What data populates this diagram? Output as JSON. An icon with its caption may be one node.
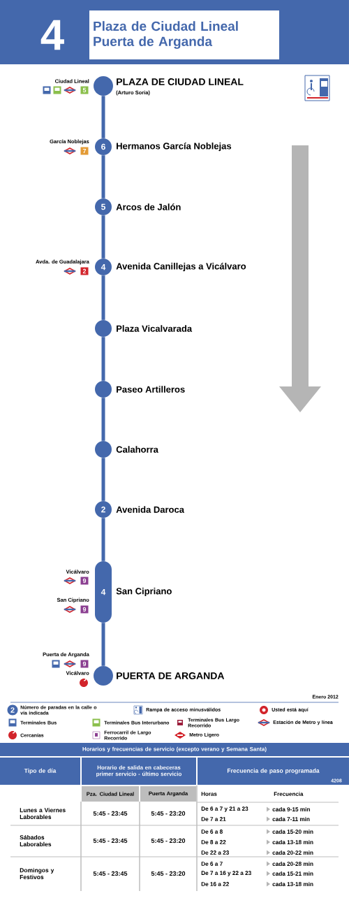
{
  "diagram": {
    "title": "Plaza de Ciudad Lineal Puerta de Arganda",
    "nodes": [
      {
        "text": [],
        "shape": "circle",
        "beside": [
          "PLAZA DE CIUDAD LINEAL",
          "(Arturo Soria)"
        ]
      },
      {
        "text": [
          "6"
        ],
        "beside": [
          "Hermanos García Noblejas"
        ]
      },
      {
        "text": [
          "5"
        ],
        "beside": [
          "Arcos de Jalón"
        ]
      },
      {
        "text": [
          "4"
        ],
        "beside": [
          "Avenida Canillejas a Vicálvaro"
        ]
      },
      {
        "text": [],
        "shape": "circle",
        "beside": [
          "Plaza Vicalvarada"
        ]
      },
      {
        "text": [],
        "shape": "circle",
        "beside": [
          "Paseo Artilleros"
        ]
      },
      {
        "text": [],
        "shape": "circle",
        "beside": [
          "Calahorra"
        ]
      },
      {
        "text": [
          "2"
        ],
        "beside": [
          "Avenida Daroca"
        ]
      },
      {
        "text": [
          "4"
        ],
        "beside": [
          "San Cipriano"
        ]
      },
      {
        "text": [],
        "shape": "circle",
        "beside": [
          "PUERTA DE ARGANDA"
        ]
      }
    ],
    "edges": [
      {
        "from": 0,
        "to": 1,
        "arrow": "none"
      },
      {
        "from": 1,
        "to": 2,
        "arrow": "none"
      },
      {
        "from": 2,
        "to": 3,
        "arrow": "none"
      },
      {
        "from": 3,
        "to": 4,
        "arrow": "none"
      },
      {
        "from": 4,
        "to": 5,
        "arrow": "none"
      },
      {
        "from": 5,
        "to": 6,
        "arrow": "none"
      },
      {
        "from": 6,
        "to": 7,
        "arrow": "none"
      },
      {
        "from": 7,
        "to": 8,
        "arrow": "none"
      },
      {
        "from": 8,
        "to": 9,
        "arrow": "none"
      }
    ],
    "labels": [
      "4",
      "Ciudad Lineal",
      "5",
      "García Noblejas",
      "7",
      "Avda. de Guadalajara",
      "2",
      "Vicálvaro",
      "9",
      "San Cipriano",
      "9",
      "Puerta de Arganda",
      "9",
      "Vicálvaro",
      "Enero 2012",
      "2",
      "Horarios y frecuencias de servicio (excepto verano y Semana Santa)",
      "Tipo de día",
      "Horario de salida en cabeceras primer servicio - último servicio",
      "Frecuencia de paso programada",
      "4208",
      "Pza. Ciudad Lineal",
      "Puerta Arganda",
      "Horas",
      "Frecuencia",
      "Lunes a Viernes Laborables",
      "5:45 - 23:45",
      "5:45 - 23:20",
      "De 6 a 7 y 21 a 23",
      "cada 9-15 min",
      "De 7 a 21",
      "cada 7-11 min",
      "Sábados Laborables",
      "5:45 - 23:45",
      "5:45 - 23:20",
      "De 6 a 8",
      "cada 15-20 min",
      "De 8 a 22",
      "cada 13-18 min",
      "De 22 a 23",
      "cada 20-22 min",
      "Domingos y Festivos",
      "5:45 - 23:45",
      "5:45 - 23:20",
      "De 6 a 7",
      "cada 20-28 min",
      "De 7 a 16 y 22 a 23",
      "cada 15-21 min",
      "De 16 a 22",
      "cada 13-18 min"
    ],
    "legend": [
      {
        "text": "Número de paradas en la calle o vía indicada"
      },
      {
        "text": "Rampa de acceso minusválidos"
      },
      {
        "text": "Usted está aquí"
      },
      {
        "text": "Terminales Bus"
      },
      {
        "text": "Terminales Bus Interurbano"
      },
      {
        "text": "Terminales Bus Largo Recorrido"
      },
      {
        "text": "Estación de Metro y línea"
      },
      {
        "text": "Cercanías"
      },
      {
        "text": "Ferrocarril de Largo Recorrido"
      },
      {
        "text": "Metro Ligero"
      }
    ]
  }
}
